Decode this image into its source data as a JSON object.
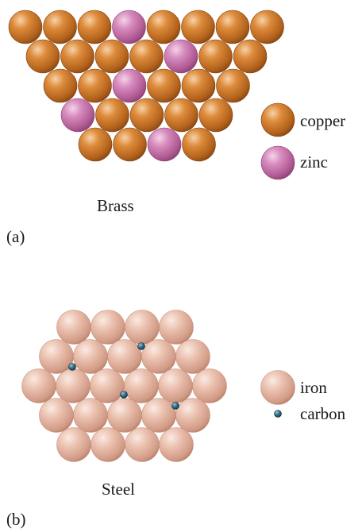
{
  "brass": {
    "title": "Brass",
    "panel_label": "(a)",
    "legend": {
      "copper": {
        "label": "copper",
        "color": "#c8701e"
      },
      "zinc": {
        "label": "zinc",
        "color": "#c86fa8"
      }
    }
  },
  "steel": {
    "title": "Steel",
    "panel_label": "(b)",
    "legend": {
      "iron": {
        "label": "iron",
        "color": "#e3b39e"
      },
      "carbon": {
        "label": "carbon",
        "color": "#1f4d63"
      }
    }
  }
}
